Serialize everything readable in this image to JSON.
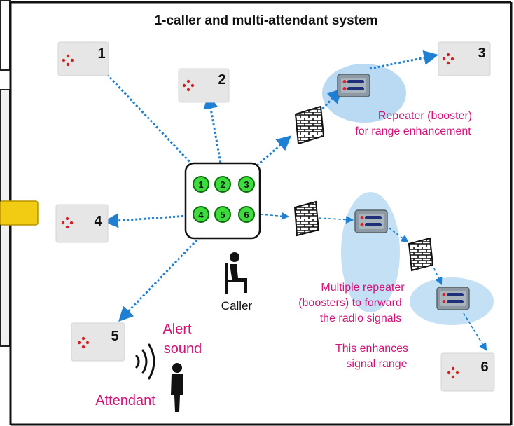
{
  "title": "1-caller and multi-attendant system",
  "receivers": [
    {
      "id": "1",
      "label": "1"
    },
    {
      "id": "2",
      "label": "2"
    },
    {
      "id": "3",
      "label": "3"
    },
    {
      "id": "4",
      "label": "4"
    },
    {
      "id": "5",
      "label": "5"
    },
    {
      "id": "6",
      "label": "6"
    }
  ],
  "caller_buttons": [
    "1",
    "2",
    "3",
    "4",
    "5",
    "6"
  ],
  "caller_label": "Caller",
  "repeater_note": [
    "Repeater (booster)",
    "for range enhancement"
  ],
  "multi_repeater_note": [
    "Multiple repeater",
    "(boosters) to forward",
    "the radio signals"
  ],
  "enhance_note": [
    "This enhances",
    "signal range"
  ],
  "alert_note": [
    "Alert",
    "sound"
  ],
  "attendant_label": "Attendant",
  "colors": {
    "arrow": "#1e7fd3",
    "note": "#d0157a",
    "button": "#3ddc3d",
    "receiver_bg": "#e6e6e6",
    "receiver_dot": "#d42020",
    "halo": "#b9daf2",
    "tab": "#f2cc12"
  }
}
